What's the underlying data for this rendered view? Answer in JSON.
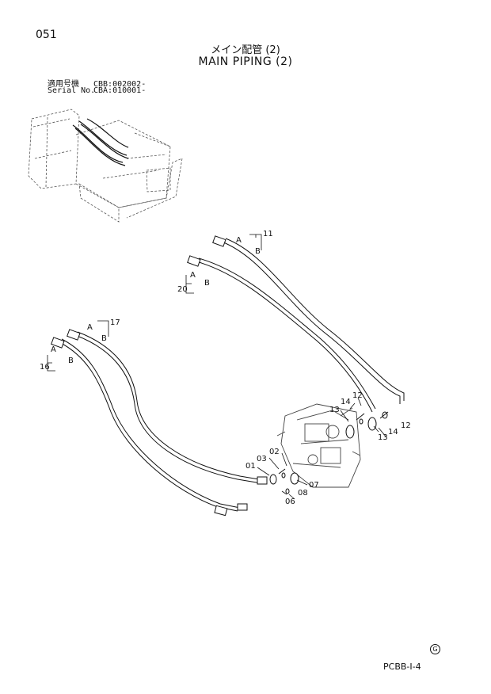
{
  "page_number": "051",
  "title_jp": "メイン配管 (2)",
  "title_en": "MAIN PIPING (2)",
  "serials": [
    {
      "label": "適用号機",
      "value": "CBB:002002-"
    },
    {
      "label": "Serial No.",
      "value": "CBA:010001-"
    }
  ],
  "callouts": {
    "c11": "11",
    "c20": "20",
    "c17": "17",
    "c16": "16",
    "a1": "A",
    "b1": "B",
    "a2": "A",
    "b2": "B",
    "a3": "A",
    "b3": "B",
    "a4": "A",
    "b4": "B",
    "c14a": "14",
    "c12a": "12",
    "c13a": "13",
    "c13b": "13",
    "c14b": "14",
    "c12b": "12",
    "c01": "01",
    "c03": "03",
    "c02": "02",
    "c07": "07",
    "c08": "08",
    "c06": "06"
  },
  "badge": "G",
  "footer_code": "PCBB-I-4"
}
